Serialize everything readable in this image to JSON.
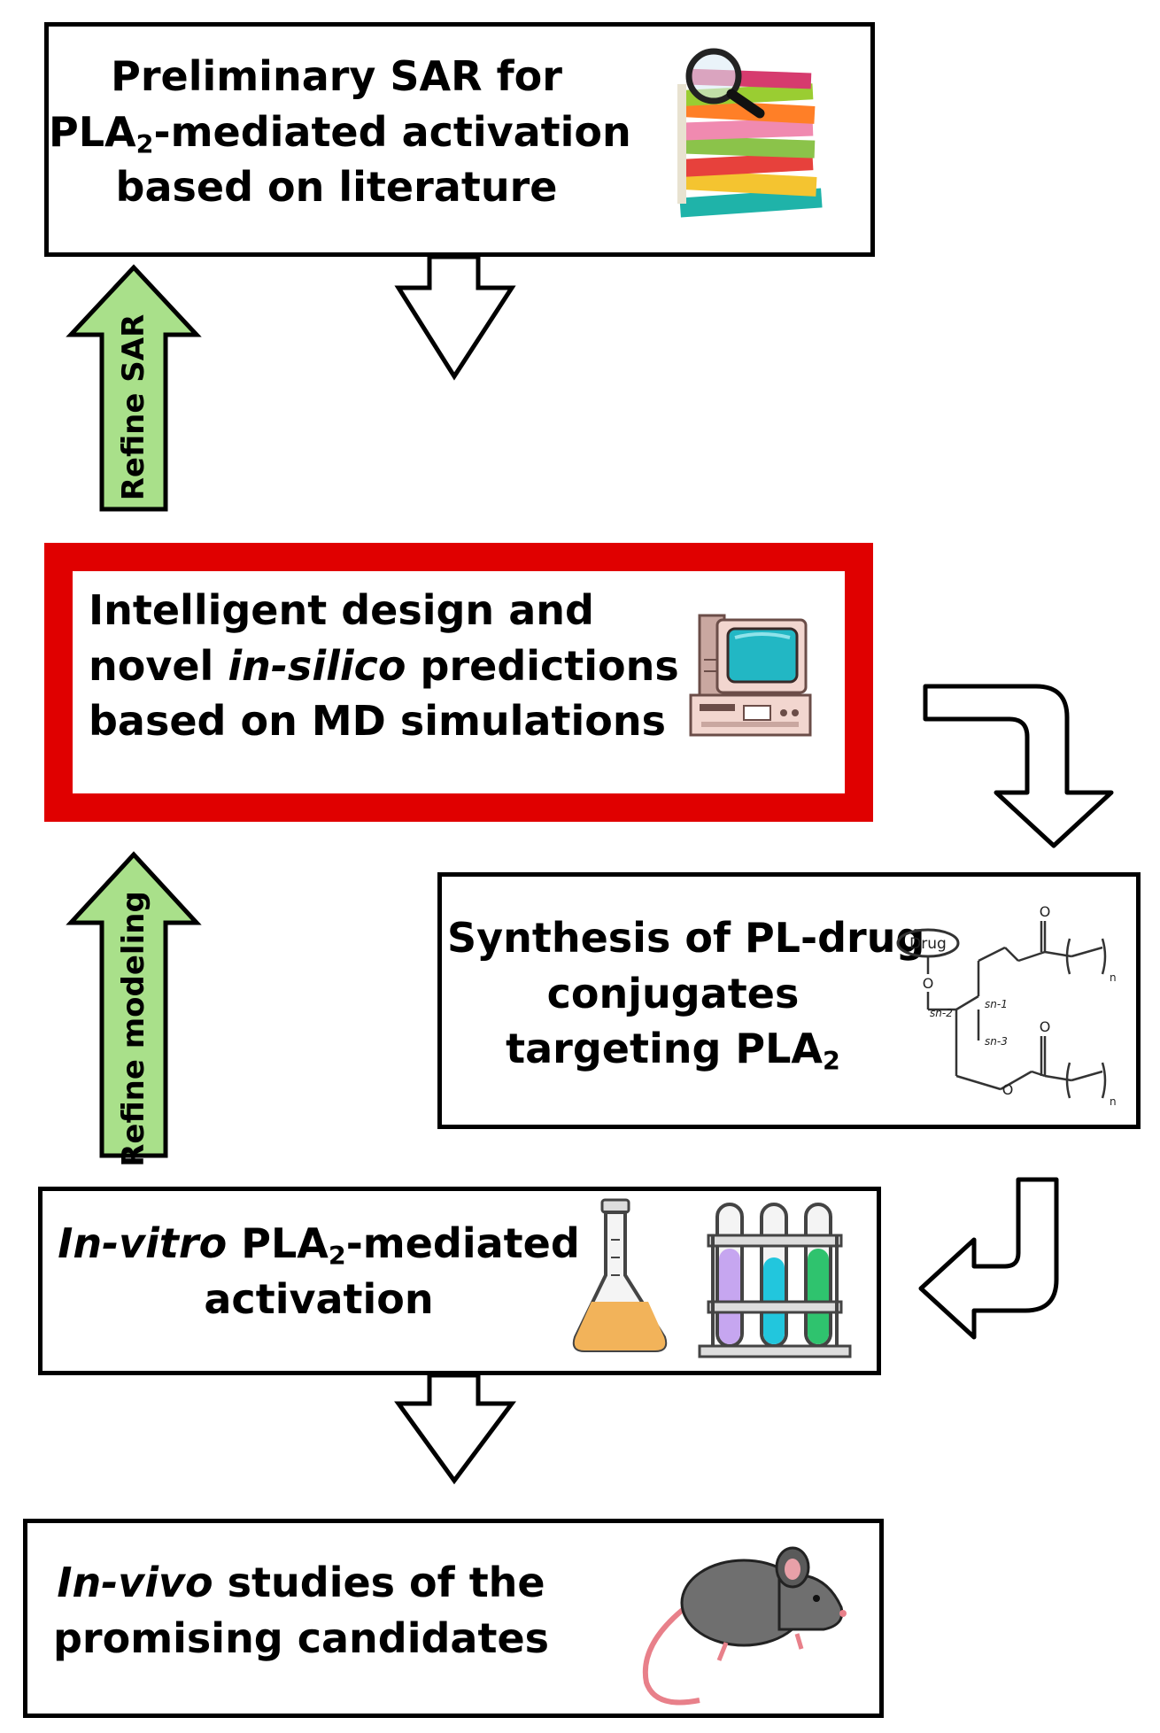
{
  "boxes": {
    "literature": {
      "line1": "Preliminary SAR for",
      "line2_pre": "PLA",
      "line2_sub": "2",
      "line2_post": "-mediated activation",
      "line3": "based on literature"
    },
    "design": {
      "line1": "Intelligent design and",
      "line2_pre": "novel ",
      "line2_italic": "in-silico",
      "line2_post": " predictions",
      "line3": "based on MD simulations"
    },
    "synthesis": {
      "line1": "Synthesis of PL-drug",
      "line2": "conjugates",
      "line3_pre": "targeting PLA",
      "line3_sub": "2"
    },
    "invitro": {
      "line1_italic": "In-vitro",
      "line1_pre": " PLA",
      "line1_sub": "2",
      "line1_post": "-mediated",
      "line2": "activation"
    },
    "invivo": {
      "line1_italic": "In-vivo",
      "line1_post": " studies of the",
      "line2": "promising candidates"
    }
  },
  "side_arrows": {
    "refine_sar": "Refine SAR",
    "refine_modeling": "Refine modeling"
  },
  "structure_labels": {
    "drug": "Drug",
    "o": "O",
    "sn1": "sn-1",
    "sn2": "sn-2",
    "sn3": "sn-3",
    "n": "n"
  },
  "colors": {
    "highlight_border": "#e00000",
    "refine_arrow_fill": "#a9e08a",
    "outline": "#000000"
  }
}
